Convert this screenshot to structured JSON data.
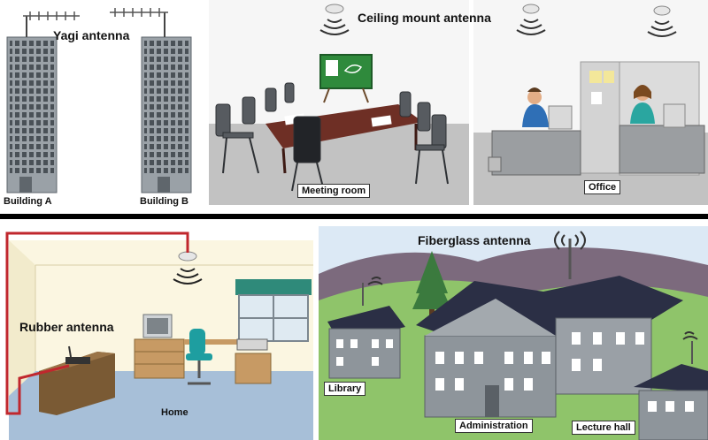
{
  "panels": {
    "yagi": {
      "title": "Yagi antenna",
      "building_a": "Building A",
      "building_b": "Building B"
    },
    "ceiling": {
      "title": "Ceiling mount antenna",
      "meeting_room": "Meeting room",
      "office": "Office"
    },
    "rubber": {
      "title": "Rubber  antenna",
      "home": "Home"
    },
    "fiberglass": {
      "title": "Fiberglass  antenna",
      "library": "Library",
      "administration": "Administration",
      "lecture_hall": "Lecture hall"
    }
  },
  "icons": [
    "yagi-antenna-icon",
    "ceiling-antenna-icon",
    "wireless-router-icon",
    "fiberglass-antenna-icon",
    "signal-waves-icon"
  ],
  "colors": {
    "divider": "#000000",
    "cable": "#c0272d",
    "building": "#8e959b",
    "roof": "#2b2f45",
    "grass": "#8fc46a",
    "sky": "#dce9f5",
    "board": "#2f8a3c",
    "table": "#6e2f25"
  }
}
